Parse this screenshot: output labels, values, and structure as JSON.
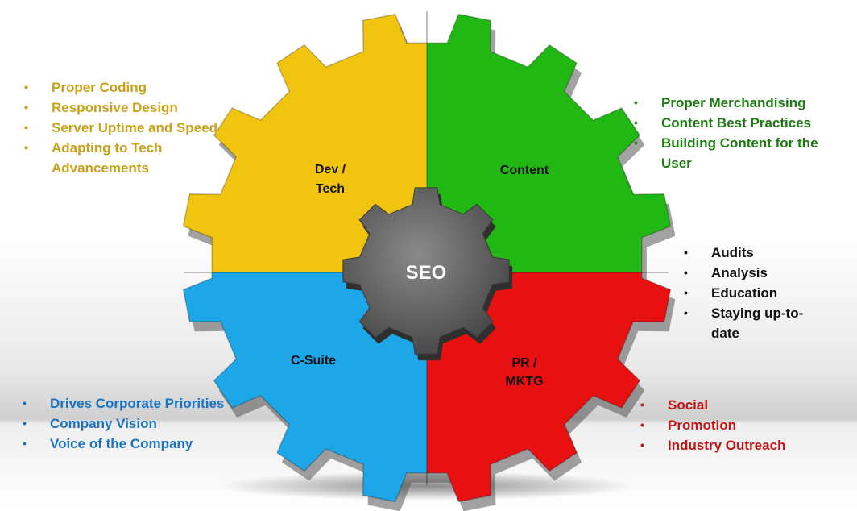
{
  "center": {
    "label": "SEO"
  },
  "quadrants": {
    "dev_tech": {
      "label_line1": "Dev /",
      "label_line2": "Tech",
      "color": "#f1c40f"
    },
    "content": {
      "label": "Content",
      "color": "#22b814"
    },
    "csuite": {
      "label": "C-Suite",
      "color": "#1ea7e8"
    },
    "pr_mktg": {
      "label_line1": "PR /",
      "label_line2": "MKTG",
      "color": "#e81010"
    }
  },
  "lists": {
    "dev_tech": [
      "Proper Coding",
      "Responsive Design",
      "Server Uptime and Speed",
      "Adapting to Tech Advancements"
    ],
    "content": [
      "Proper Merchandising",
      "Content Best Practices",
      "Building Content for the User"
    ],
    "seo": [
      "Audits",
      "Analysis",
      "Education",
      "Staying up-to-date"
    ],
    "csuite": [
      "Drives Corporate Priorities",
      "Company Vision",
      "Voice of the Company"
    ],
    "pr_mktg": [
      "Social",
      "Promotion",
      "Industry Outreach"
    ]
  },
  "colors": {
    "dev_text": "#c9a21a",
    "content_text": "#1e7a12",
    "seo_text": "#111111",
    "csuite_text": "#1a73c4",
    "pr_text": "#c41515",
    "center_gear": "#6b6b6b"
  }
}
